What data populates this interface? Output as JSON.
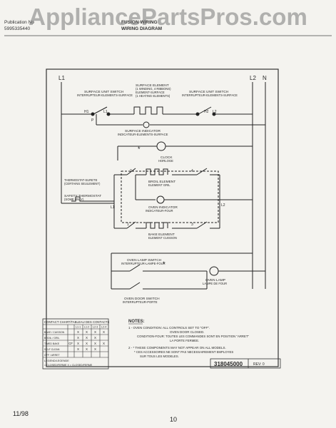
{
  "watermark": "AppliancePartsPros.com",
  "header": {
    "pub_label": "Publication No",
    "pub_number": "5995335440",
    "title_line1": "FUSION WIRING",
    "title_line2": "WIRING DIAGRAM"
  },
  "lines": {
    "l1": "L1",
    "l2": "L2",
    "n": "N"
  },
  "components": {
    "surface_switch_left": [
      "SURFACE UNIT SWITCH",
      "INTERRUPTEUR-ELEMENTS-SURFACE"
    ],
    "surface_element": [
      "SURFACE ELEMENT",
      "ELEMENT-SURFACE",
      "(1 WINDING, 4 RIBBONS)",
      "(1 HEATING ELEMENTS)"
    ],
    "surface_switch_right": [
      "SURFACE UNIT SWITCH",
      "INTERRUPTEUR-ELEMENTS-SURFACE"
    ],
    "surface_indicator": [
      "SURFACE INDICATOR",
      "INDICATEUR-ELEMENTS-SURFACE"
    ],
    "clock": [
      "CLOCK",
      "HORLOGE"
    ],
    "safety_thermostat": [
      "SAFETY THERMOSTAT",
      "(SOME ONLY)",
      "THERMOSTAT-SURETE",
      "(CERTAINS SEULEMENT)"
    ],
    "broil_element": [
      "BROIL ELEMENT",
      "ELEMENT GRIL"
    ],
    "oven_indicator": [
      "OVEN INDICATOR",
      "INDICATEUR-FOUR"
    ],
    "bake_element": [
      "BAKE ELEMENT",
      "ELEMENT CUISSON"
    ],
    "oven_lamp_switch": [
      "OVEN LAMP SWITCH",
      "INTERRUPTEUR-LAMPE-FOUR"
    ],
    "oven_lamp": [
      "OVEN LAMP",
      "LAMPE DE FOUR"
    ],
    "oven_door_switch": [
      "OVEN DOOR SWITCH",
      "INTERRUPTEUR-PORTE"
    ]
  },
  "terminals": {
    "h1": "H1",
    "l1a": "L1",
    "p": "P",
    "h2": "H2",
    "l2a": "L2",
    "t2": "2",
    "t4": "4",
    "t1": "1",
    "t3": "3",
    "l1b": "L1",
    "l2b": "L2"
  },
  "contact_table": {
    "title": "CONTACT CHART/TABLEAU DES CONTACTS",
    "headers": [
      "",
      "",
      "L1-1",
      "L1-2",
      "L2-3",
      "L2-4"
    ],
    "rows": [
      [
        "BAKE / CUISSON",
        "",
        "X",
        "X",
        "X",
        "X"
      ],
      [
        "BROIL / GRIL",
        "",
        "X",
        "X",
        "X",
        ""
      ],
      [
        "TIMED BAKE",
        "CF",
        "X",
        "X",
        "X",
        "X"
      ],
      [
        "SELF CLEAN",
        "",
        "X",
        "X",
        "X",
        ""
      ],
      [
        "OFF / ARRET",
        "",
        "",
        "",
        "",
        ""
      ]
    ],
    "legend_title": "LEGEND/LEGENDE",
    "legend_text": "= CLOSED/FERME  X = CLOSED/FERME"
  },
  "notes": {
    "title": "NOTES:",
    "n1": "1 - OVEN CONDITION: ALL CONTROLS SET TO \"OFF\".",
    "n1b": "OVEN DOOR CLOSED.",
    "n1c": "CONDITION-FOUR: TOUTES LES COMMANDES SONT EN POSITION \"ARRET\"",
    "n1d": "LA PORTE FERMEE.",
    "n2": "2 - * THESE COMPONENTS MAY NOT APPEAR ON ALL MODELS.",
    "n2b": "* CES ACCESSOIRES NE SONT PAS NECESSAIREMENT EMPLOYES",
    "n2c": "SUR TOUS LES MODELES."
  },
  "part_number": "318045000",
  "rev": "REV: 0",
  "asterisk": "*",
  "footer": {
    "date": "11/98",
    "page": "10"
  }
}
